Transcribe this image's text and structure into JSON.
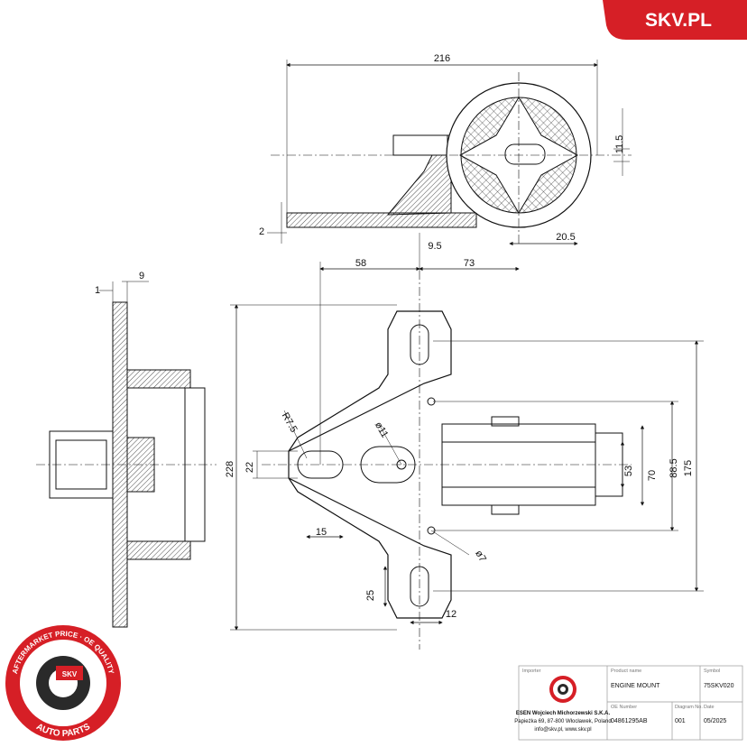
{
  "brand": {
    "name": "SKV.PL",
    "badge_color": "#d61f26"
  },
  "seal": {
    "ring_top_text": "AFTERMARKET PRICE · OE QUALITY",
    "ring_bottom_text": "AUTO PARTS",
    "center_text": "SKV",
    "color": "#d61f26"
  },
  "dimensions": {
    "d216": "216",
    "d11_5": "11.5",
    "d2": "2",
    "d9_5": "9.5",
    "d20_5": "20.5",
    "d58": "58",
    "d73": "73",
    "d1": "1",
    "d9": "9",
    "d228": "228",
    "d22": "22",
    "r7_5": "R7.5",
    "d_o11": "ø11",
    "d15": "15",
    "d53": "53",
    "d70": "70",
    "d88_5": "88.5",
    "d175": "175",
    "d_o7": "ø7",
    "d25": "25",
    "d12": "12"
  },
  "title_block": {
    "importer_label": "Importer",
    "importer_name": "ESEN Wojciech Michorzewski S.K.A.",
    "importer_address": "Papieżka 69, 87-800 Włocławek, Poland",
    "importer_contact": "info@skv.pl, www.skv.pl",
    "product_name_label": "Product name",
    "product_name": "ENGINE MOUNT",
    "symbol_label": "Symbol",
    "symbol": "75SKV020",
    "oe_number_label": "OE Number",
    "oe_number": "04861295AB",
    "diagram_no_label": "Diagram No.",
    "diagram_no": "001",
    "date_label": "Date",
    "date": "05/2025"
  }
}
